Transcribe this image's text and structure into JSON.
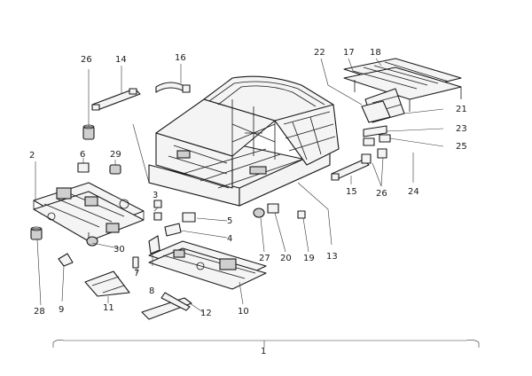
{
  "diagram": {
    "callouts": {
      "c1": "1",
      "c2": "2",
      "c3": "3",
      "c4": "4",
      "c5": "5",
      "c6": "6",
      "c7": "7",
      "c8": "8",
      "c9": "9",
      "c10": "10",
      "c11": "11",
      "c12": "12",
      "c13": "13",
      "c14": "14",
      "c15": "15",
      "c16": "16",
      "c17": "17",
      "c18": "18",
      "c19": "19",
      "c20": "20",
      "c21": "21",
      "c22": "22",
      "c23": "23",
      "c24": "24",
      "c25": "25",
      "c26_left": "26",
      "c26_right": "26",
      "c27": "27",
      "c28": "28",
      "c29": "29",
      "c30": "30"
    }
  }
}
